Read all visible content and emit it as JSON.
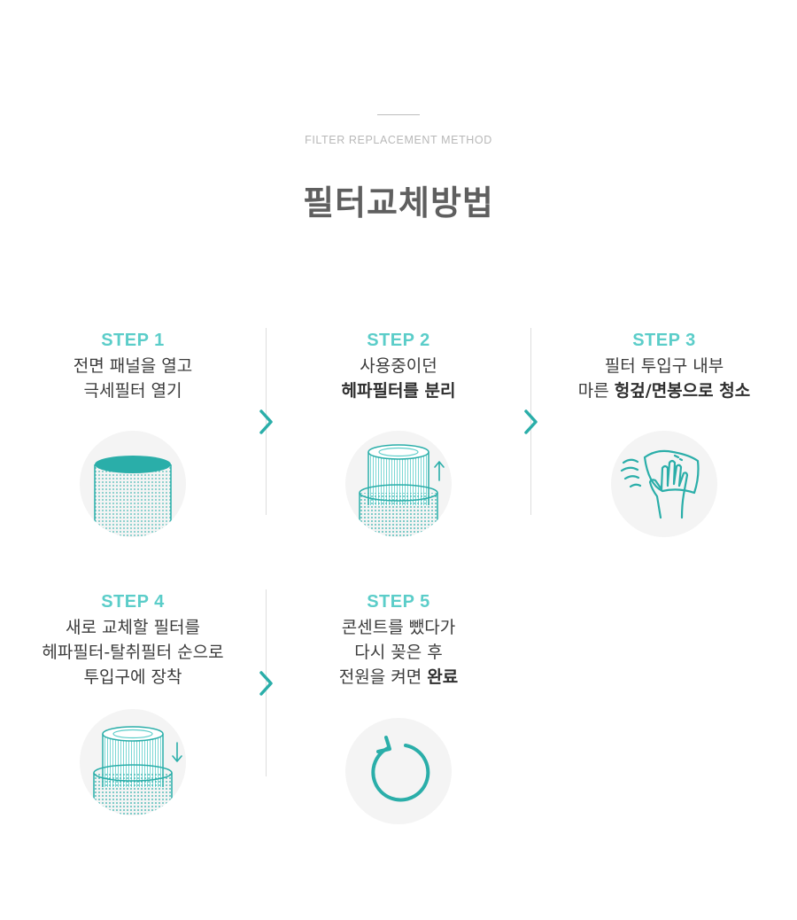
{
  "header": {
    "eyebrow": "FILTER REPLACEMENT METHOD",
    "title": "필터교체방법"
  },
  "colors": {
    "accent": "#5bcdc9",
    "teal_dark": "#2aaea9",
    "circle_bg": "#f4f4f4",
    "text": "#3b3b3b"
  },
  "steps": [
    {
      "label": "STEP 1",
      "lines": [
        {
          "text": "전면 패널을 열고"
        },
        {
          "text": "극세필터 열기"
        }
      ],
      "icon": "filter-cylinder-icon"
    },
    {
      "label": "STEP 2",
      "lines": [
        {
          "text": "사용중이던"
        },
        {
          "bold": "헤파필터를 분리"
        }
      ],
      "icon": "filter-remove-up-icon"
    },
    {
      "label": "STEP 3",
      "lines": [
        {
          "text": "필터 투입구 내부"
        },
        {
          "pre": "마른 ",
          "bold": "헝겊/면봉으로 청소"
        }
      ],
      "icon": "hand-wiping-cloth-icon"
    },
    {
      "label": "STEP 4",
      "lines": [
        {
          "text": "새로 교체할 필터를"
        },
        {
          "text": "헤파필터-탈취필터 순으로"
        },
        {
          "text": "투입구에 장착"
        }
      ],
      "icon": "filter-insert-down-icon"
    },
    {
      "label": "STEP 5",
      "lines": [
        {
          "text": "콘센트를 뺐다가"
        },
        {
          "text": "다시 꽂은 후"
        },
        {
          "pre": "전원을 켜면 ",
          "bold": "완료"
        }
      ],
      "icon": "power-cycle-icon"
    }
  ]
}
